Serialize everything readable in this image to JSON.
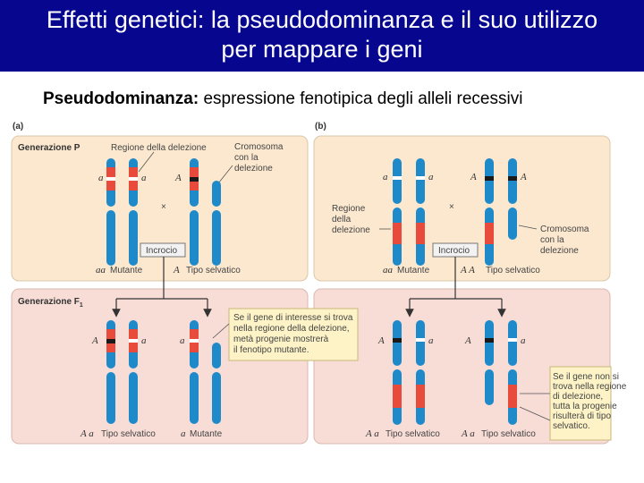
{
  "title": {
    "line1": "Effetti genetici: la pseudodominanza e il suo utilizzo",
    "line2": "per mappare i geni"
  },
  "subtitle": {
    "bold": "Pseudodominanza:",
    "rest": " espressione fenotipica degli alleli recessivi"
  },
  "colors": {
    "title_bg": "#06078e",
    "panel_p": "#fbe8cf",
    "panel_f1": "#f8dcd6",
    "chromosome": "#1f8ac9",
    "deletion": "#e84a3c",
    "note_bg": "#fdf3c6"
  },
  "panel_a": {
    "tag": "(a)",
    "gen_p": "Generazione P",
    "region_label": "Regione della delezione",
    "chrom_label": [
      "Cromosoma",
      "con la",
      "delezione"
    ],
    "cross": "Incrocio",
    "p_mutant_alleles": "aa",
    "p_mutant_label": "Mutante",
    "p_wild_allele": "A",
    "p_wild_label": "Tipo selvatico",
    "gen_f1": "Generazione F",
    "gen_f1_sub": "1",
    "note": [
      "Se il gene di interesse si trova",
      "nella regione della delezione,",
      "metà progenie mostrerà",
      "il fenotipo mutante."
    ],
    "f1_left_alleles": "A a",
    "f1_left_label": "Tipo selvatico",
    "f1_right_allele": "a",
    "f1_right_label": "Mutante"
  },
  "panel_b": {
    "tag": "(b)",
    "region_label": [
      "Regione",
      "della",
      "delezione"
    ],
    "chrom_label": [
      "Cromosoma",
      "con la",
      "delezione"
    ],
    "cross": "Incrocio",
    "p_mutant_alleles": "aa",
    "p_mutant_label": "Mutante",
    "p_wild_alleles": "A A",
    "p_wild_label": "Tipo selvatico",
    "note": [
      "Se il gene non si",
      "trova nella regione",
      "di delezione,",
      "tutta la progenie",
      "risulterà di tipo",
      "selvatico."
    ],
    "f1_left_alleles": "A a",
    "f1_left_label": "Tipo selvatico",
    "f1_right_alleles": "A a",
    "f1_right_label": "Tipo selvatico"
  },
  "alleles": {
    "A": "A",
    "a": "a",
    "cross_symbol": "×"
  }
}
